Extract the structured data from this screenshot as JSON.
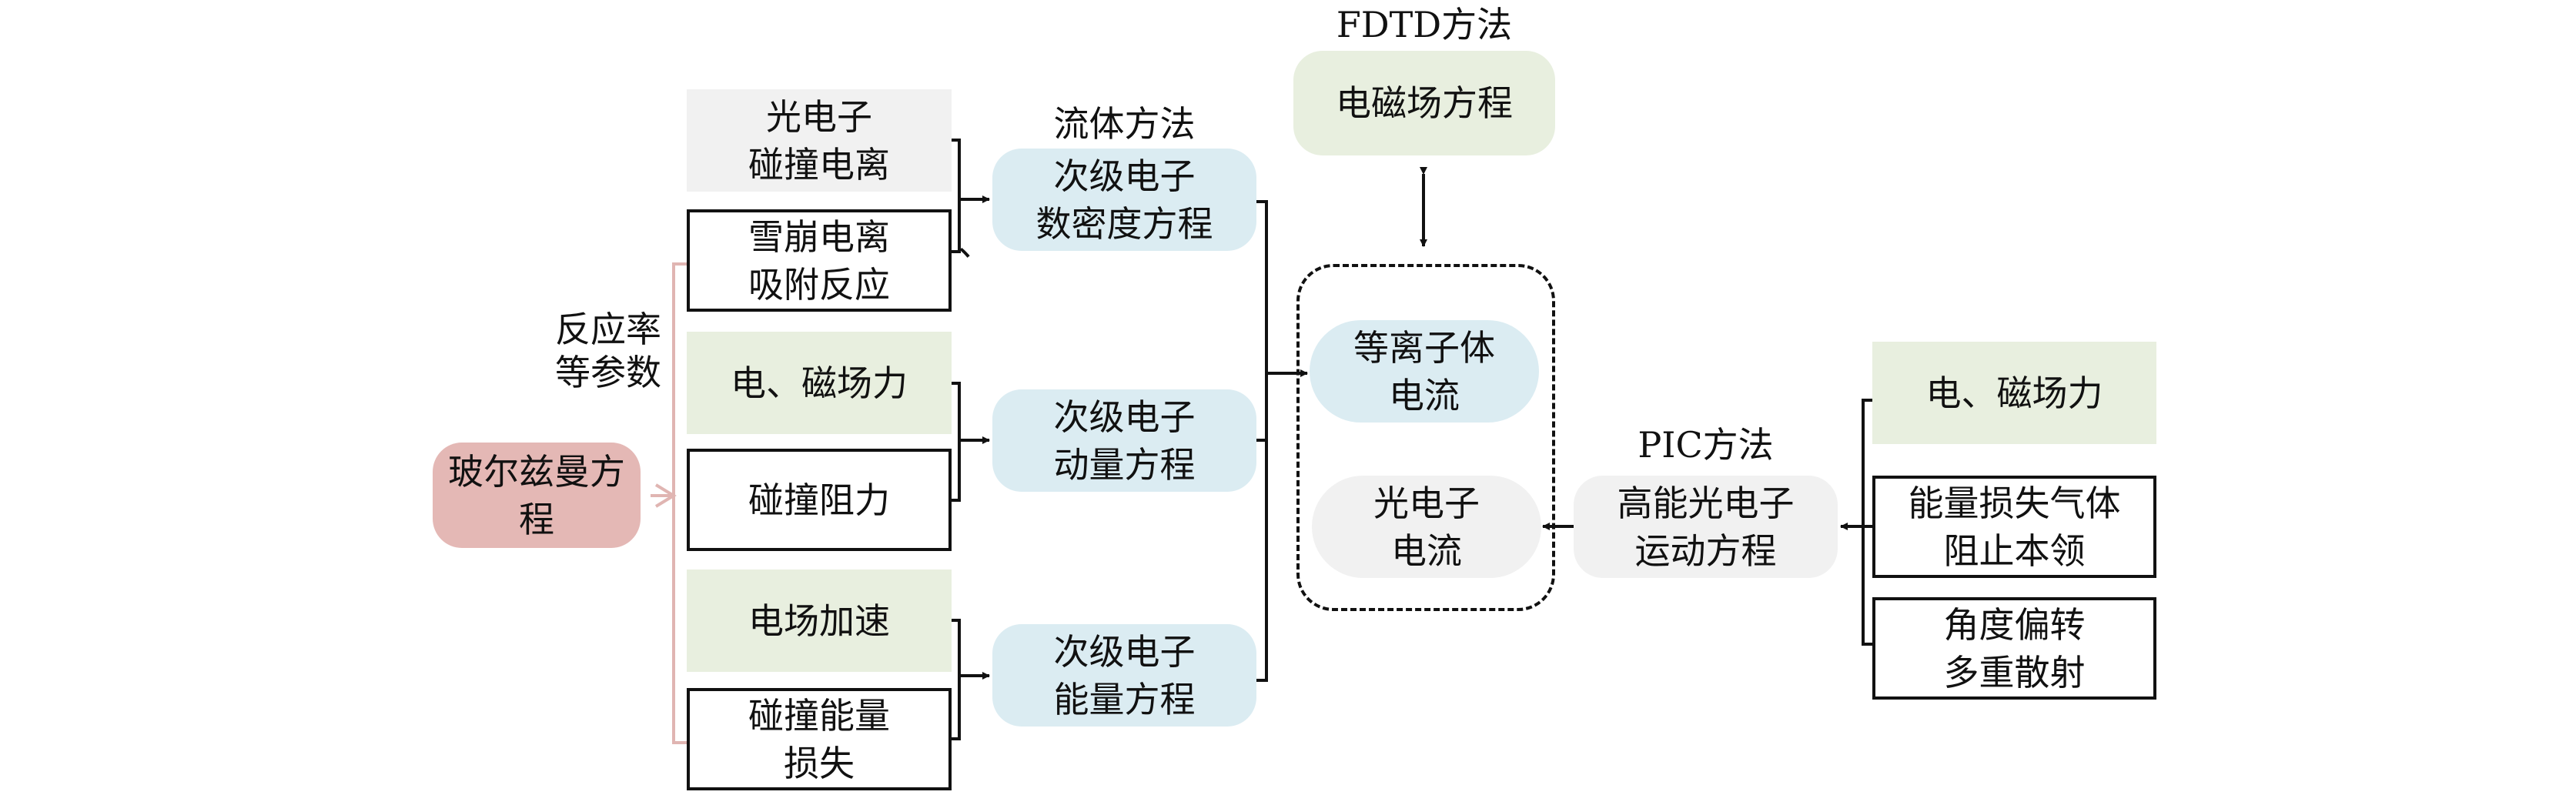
{
  "source": {
    "label": "玻尔兹曼方程"
  },
  "bracket_label": "反应率\n等参数",
  "left_inputs": [
    {
      "label": "光电子\n碰撞电离",
      "style": "gray"
    },
    {
      "label": "雪崩电离\n吸附反应",
      "style": "white"
    },
    {
      "label": "电、磁场力",
      "style": "green"
    },
    {
      "label": "碰撞阻力",
      "style": "white"
    },
    {
      "label": "电场加速",
      "style": "green"
    },
    {
      "label": "碰撞能量\n损失",
      "style": "white"
    }
  ],
  "fluid": {
    "method_label": "流体方法",
    "equations": [
      {
        "label": "次级电子\n数密度方程"
      },
      {
        "label": "次级电子\n动量方程"
      },
      {
        "label": "次级电子\n能量方程"
      }
    ]
  },
  "fdtd": {
    "method_label": "FDTD方法",
    "equation": "电磁场方程"
  },
  "currents": [
    {
      "label": "等离子体\n电流"
    },
    {
      "label": "光电子\n电流"
    }
  ],
  "pic": {
    "method_label": "PIC方法",
    "equation": "高能光电子\n运动方程"
  },
  "right_inputs": [
    {
      "label": "电、磁场力",
      "style": "green"
    },
    {
      "label": "能量损失气体\n阻止本领",
      "style": "white"
    },
    {
      "label": "角度偏转\n多重散射",
      "style": "white"
    }
  ],
  "stray_mark": "、",
  "colors": {
    "pink": "#e4b8b5",
    "pink_line": "#e0b5b2",
    "blue": "#dbecf2",
    "green": "#e8efdf",
    "gray": "#f1f1f1",
    "line": "#111111"
  }
}
